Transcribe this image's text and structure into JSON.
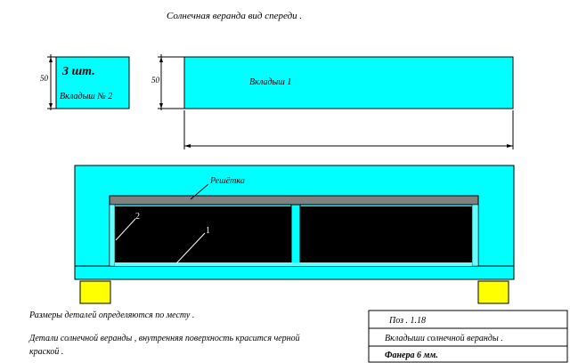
{
  "title": "Солнечная веранда  вид  спереди .",
  "insert2": {
    "dim": "50",
    "qty": "3 шт.",
    "label": "Вкладыш № 2"
  },
  "insert1": {
    "dim": "50",
    "label": "Вкладыш  1"
  },
  "main": {
    "grille_label": "Решётка",
    "callout_2": "2",
    "callout_1": "1"
  },
  "notes": {
    "line1": "Размеры  деталей  определяются  по месту  .",
    "line2a": "Детали  солнечной  веранды  ,  внутренняя  поверхность  красится  черной",
    "line2b": "краской  ."
  },
  "stamp": {
    "pos": "Поз .   1.18",
    "name": "Вкладыши  солнечной  веранды .",
    "material": "Фанера  6  мм."
  },
  "colors": {
    "cyan": "#00ffff",
    "yellow": "#ffff00",
    "black": "#000000",
    "grey": "#808080",
    "light_cyan": "#66ffff"
  }
}
